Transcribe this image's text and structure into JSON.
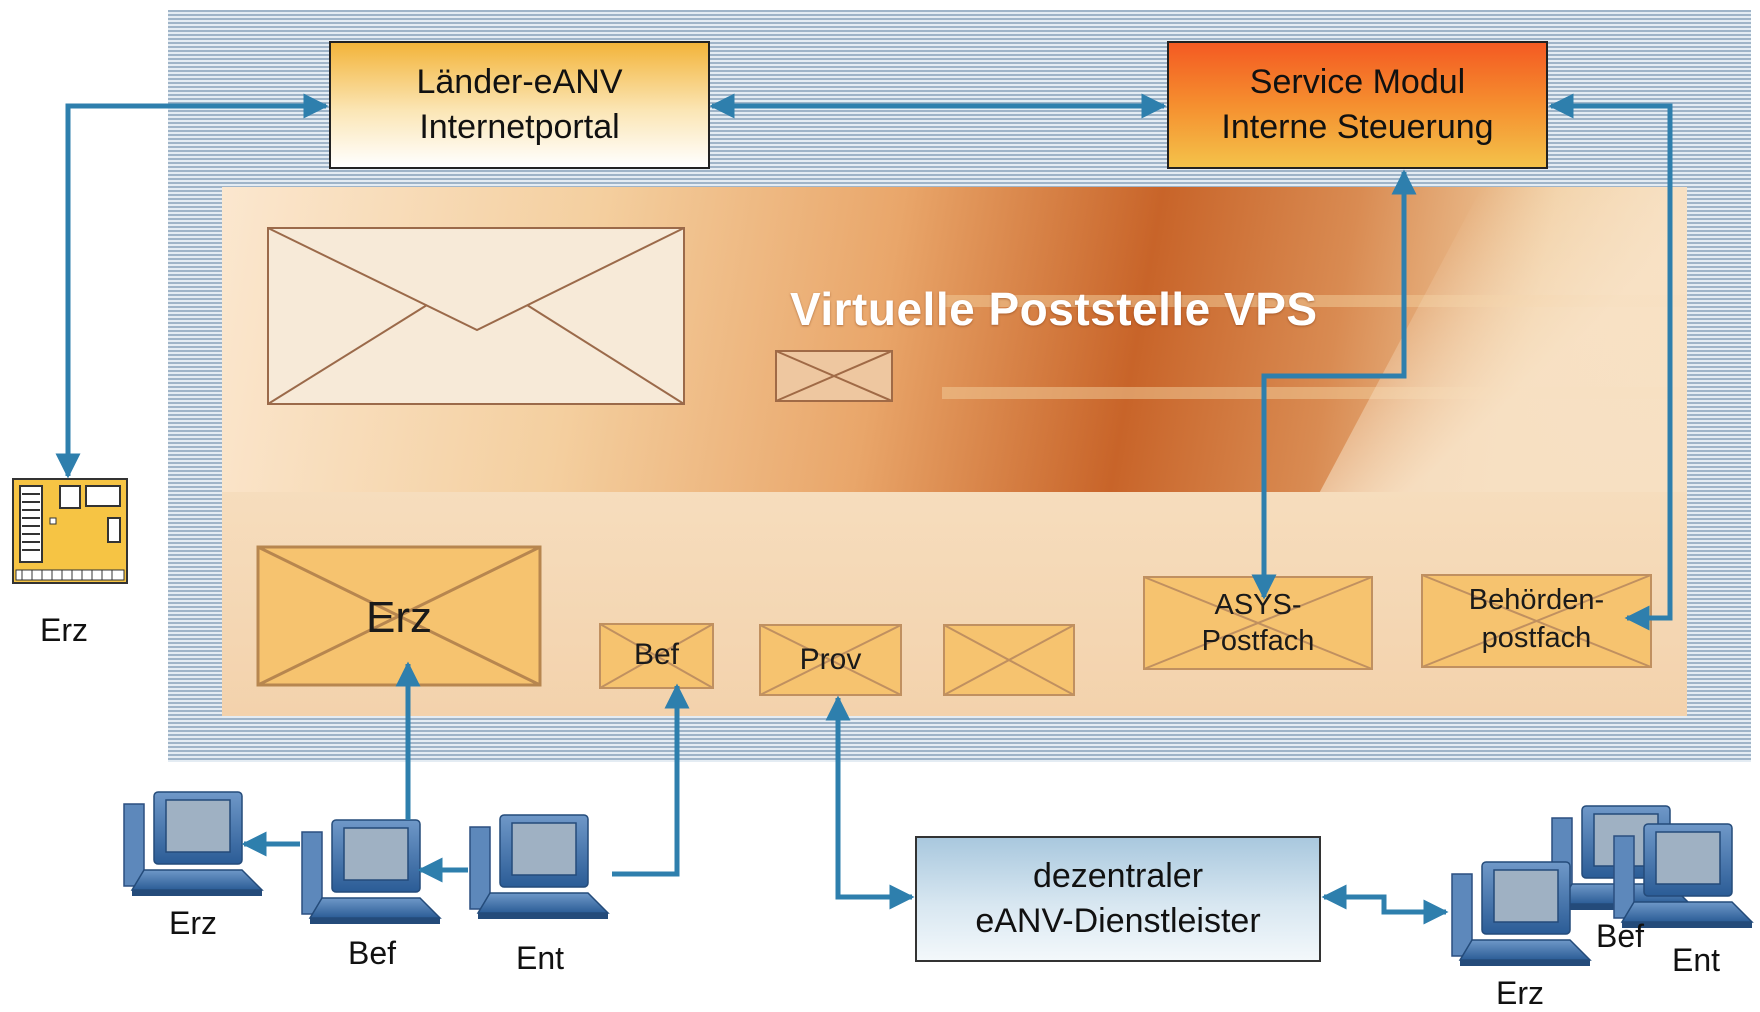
{
  "diagram": {
    "vps_title": "Virtuelle Poststelle VPS",
    "portal_box": {
      "line1": "Länder-eANV",
      "line2": "Internetportal"
    },
    "service_box": {
      "line1": "Service Modul",
      "line2": "Interne Steuerung"
    },
    "dienstleister_box": {
      "line1": "dezentraler",
      "line2": "eANV-Dienstleister"
    },
    "envelopes": {
      "erz": "Erz",
      "bef": "Bef",
      "prov": "Prov",
      "asys_line1": "ASYS-",
      "asys_line2": "Postfach",
      "behoerden_line1": "Behörden-",
      "behoerden_line2": "postfach"
    },
    "nodes": {
      "device_erz": "Erz",
      "pc_erz": "Erz",
      "pc_bef": "Bef",
      "pc_ent": "Ent",
      "right_erz": "Erz",
      "right_bef": "Bef",
      "right_ent": "Ent"
    },
    "colors": {
      "arrow": "#2e7fad",
      "portal": "#f3b43a",
      "service": "#f45a22",
      "dienstleister": "#a9c8de"
    }
  }
}
